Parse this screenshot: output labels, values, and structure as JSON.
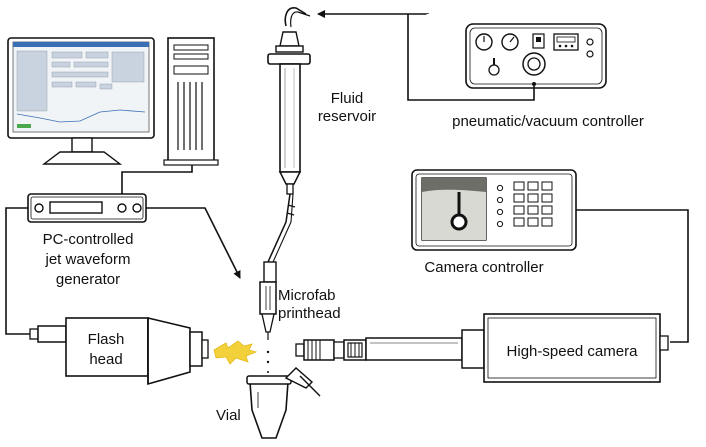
{
  "labels": {
    "fluid_reservoir": [
      "Fluid",
      "reservoir"
    ],
    "pneumatic_controller": "pneumatic/vacuum controller",
    "camera_controller": "Camera controller",
    "microfab_printhead": [
      "Microfab",
      "printhead"
    ],
    "waveform_generator": [
      "PC-controlled",
      "jet waveform",
      "generator"
    ],
    "flash_head": [
      "Flash",
      "head"
    ],
    "high_speed_camera": "High-speed camera",
    "vial": "Vial"
  },
  "colors": {
    "stroke": "#111111",
    "flash": "#f3d13a",
    "screen": "#f1f4f7",
    "window_bar": "#3a6fb5",
    "drop_view": "#cdcdc8"
  }
}
